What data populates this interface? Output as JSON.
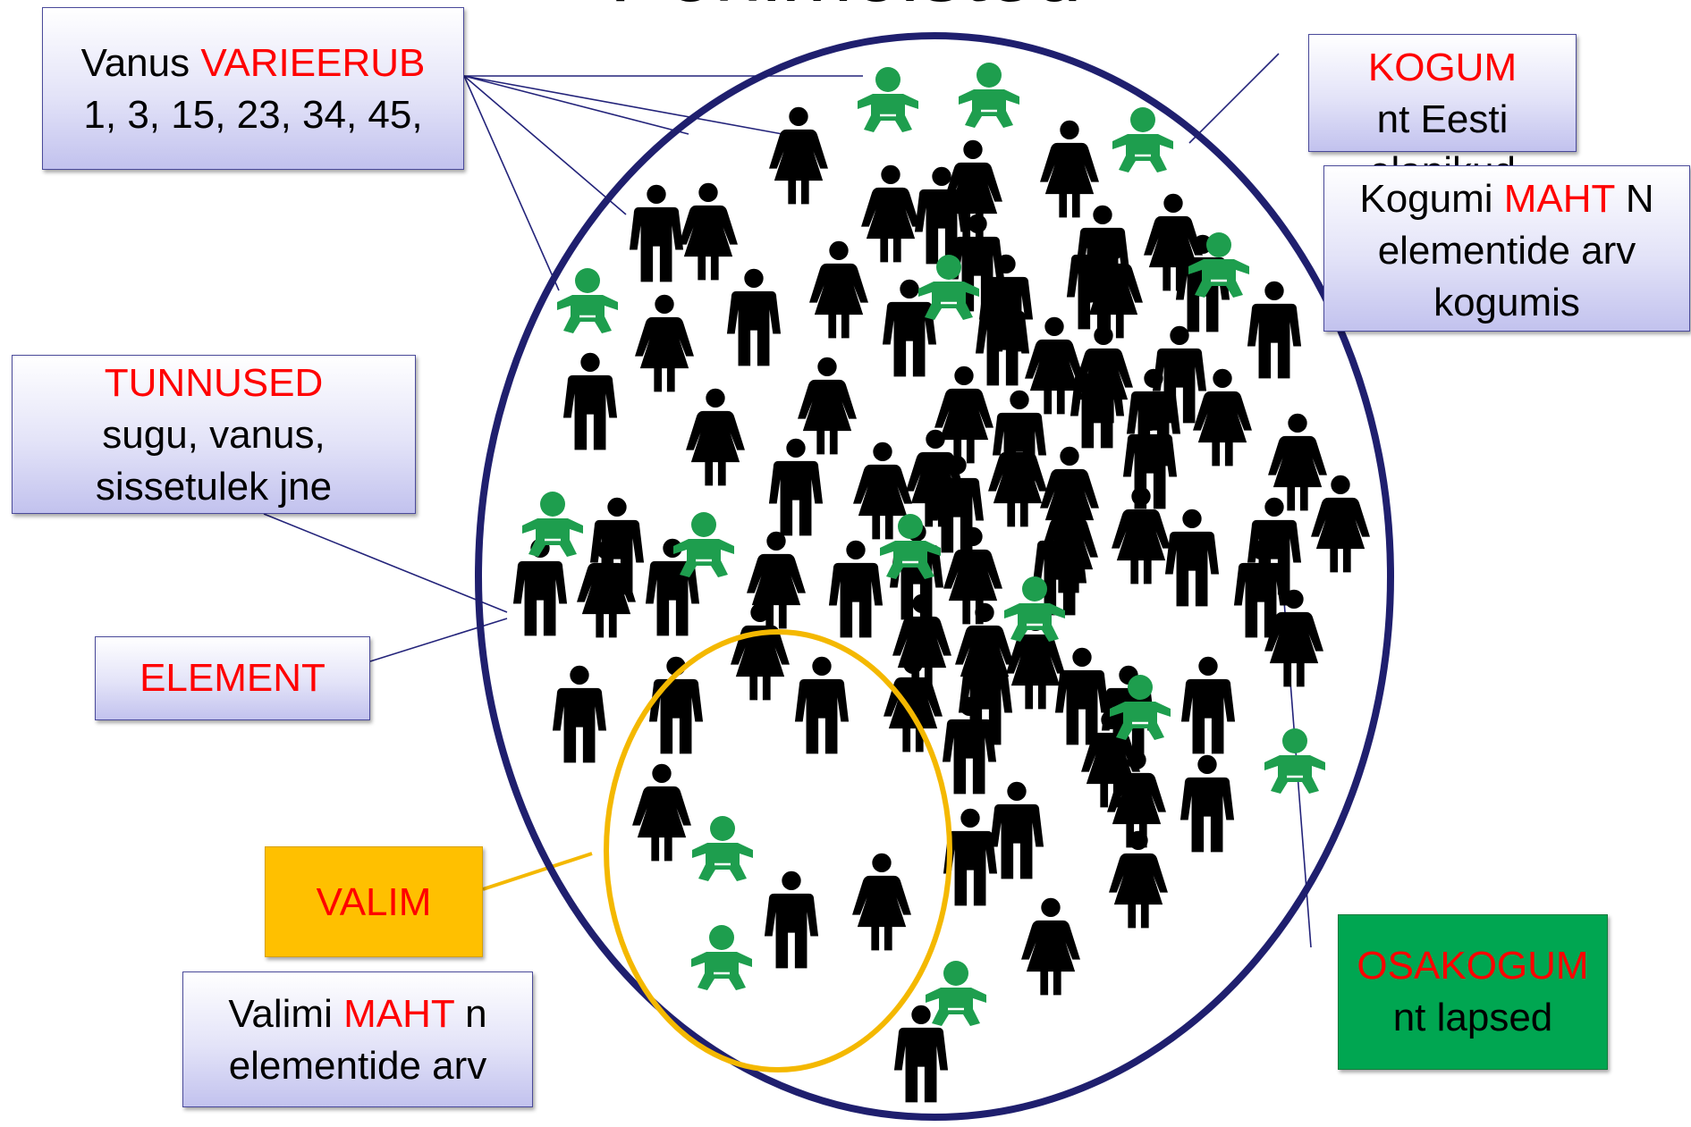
{
  "title": "Põhimõisted",
  "labels": {
    "vanus": {
      "prefix": "Vanus ",
      "highlight": "VARIEERUB",
      "line2": "1, 3, 15, 23, 34, 45,"
    },
    "kogum": {
      "highlight": "KOGUM",
      "line2": "nt Eesti elanikud"
    },
    "kogumi_maht": {
      "prefix": "Kogumi ",
      "highlight": "MAHT",
      "suffix": " N",
      "line2": "elementide arv",
      "line3": "kogumis"
    },
    "tunnused": {
      "highlight": "TUNNUSED",
      "line2": "sugu, vanus,",
      "line3": "sissetulek jne"
    },
    "element": {
      "highlight": "ELEMENT"
    },
    "valim": {
      "highlight": "VALIM"
    },
    "valimi_maht": {
      "prefix": "Valimi ",
      "highlight": "MAHT",
      "suffix": " n",
      "line2": "elementide arv"
    },
    "osakogum": {
      "highlight": "OSAKOGUM",
      "line2": "nt lapsed"
    }
  },
  "colors": {
    "highlight": "#ff0000",
    "population_ellipse": "#1f1f6e",
    "sample_ellipse": "#f4b800",
    "adult_figure": "#000000",
    "child_figure": "#1e9e4e",
    "valim_box": "#ffc000",
    "osakogum_box": "#00a651",
    "label_box": "#d6d6f5"
  },
  "icons": [
    "male-figure-icon",
    "female-figure-icon",
    "baby-figure-icon"
  ]
}
